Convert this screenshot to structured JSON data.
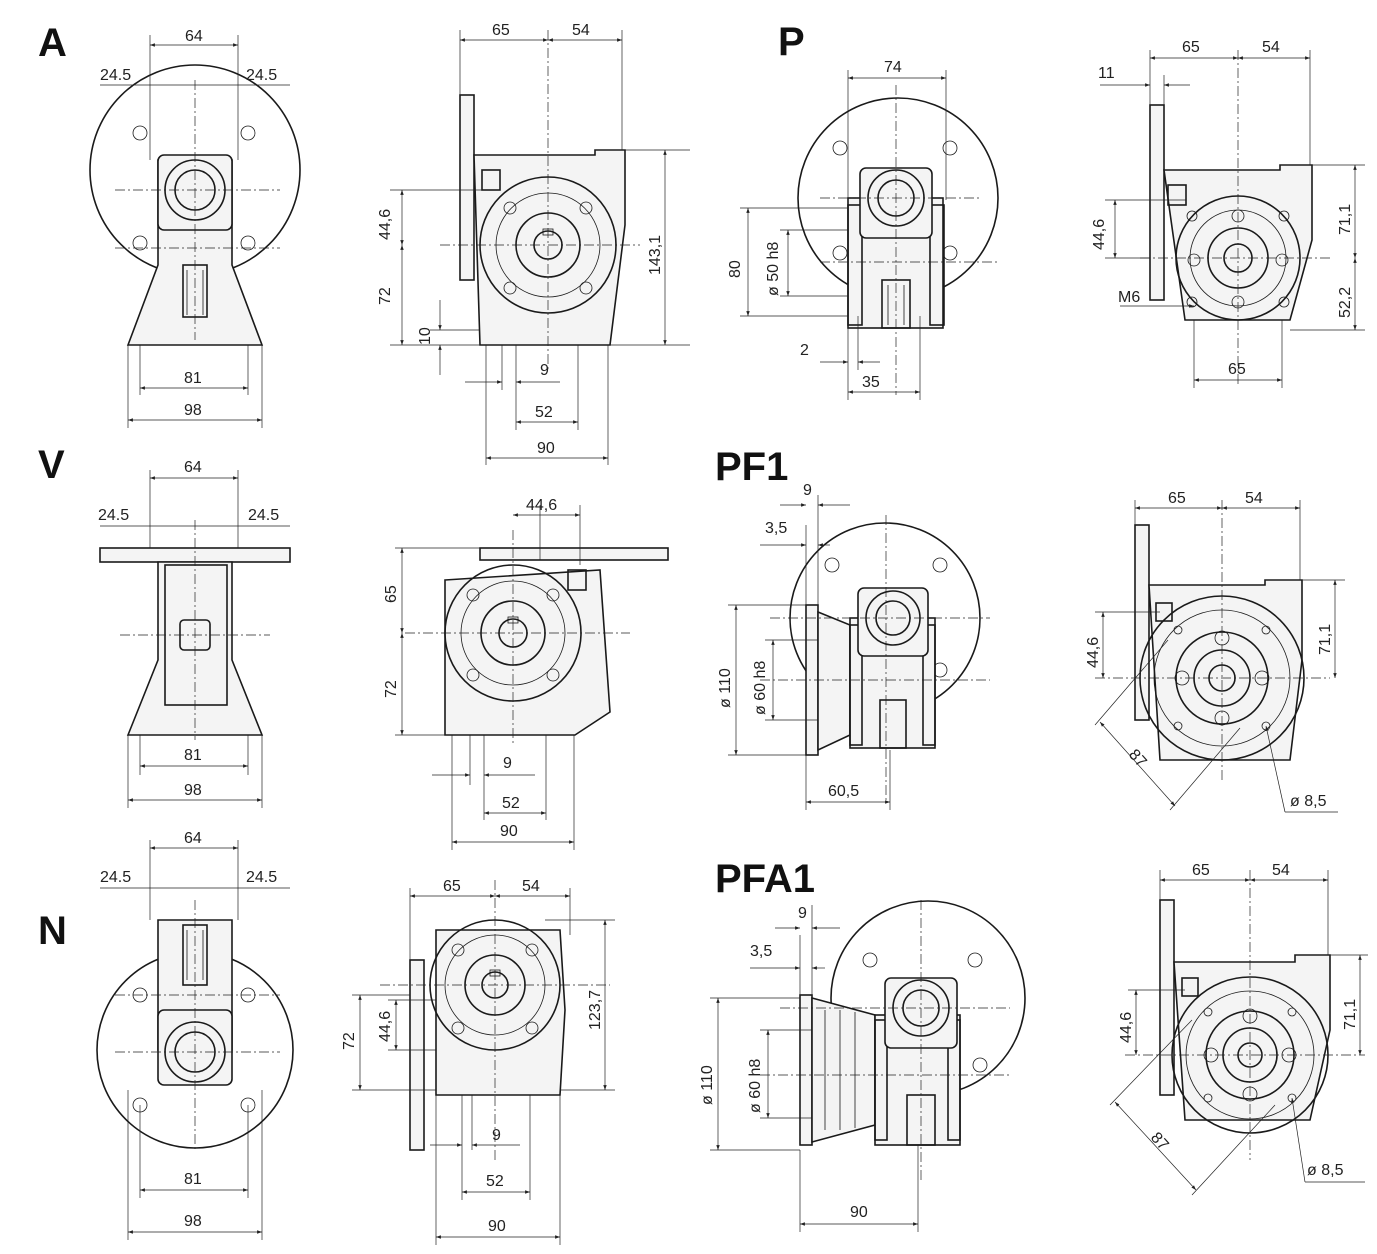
{
  "views": {
    "a": {
      "title": "A",
      "d64": "64",
      "d24l": "24.5",
      "d24r": "24.5",
      "d81": "81",
      "d98": "98",
      "d65": "65",
      "d54": "54",
      "d44": "44,6",
      "d72": "72",
      "d10": "10",
      "d143": "143,1",
      "d9": "9",
      "d52": "52",
      "d90": "90"
    },
    "p": {
      "title": "P",
      "d74": "74",
      "d80": "80",
      "d50": "ø 50 h8",
      "d2": "2",
      "d35": "35",
      "d11": "11",
      "d65": "65",
      "d54": "54",
      "d44": "44,6",
      "dm6": "M6",
      "d71": "71,1",
      "d52": "52,2",
      "d65b": "65"
    },
    "v": {
      "title": "V",
      "d64": "64",
      "d24l": "24.5",
      "d24r": "24.5",
      "d81": "81",
      "d98": "98",
      "d446": "44,6",
      "d65": "65",
      "d72": "72",
      "d9": "9",
      "d52": "52",
      "d90": "90"
    },
    "pf1": {
      "title": "PF1",
      "d9": "9",
      "d35": "3,5",
      "d110": "ø 110",
      "d60": "ø 60 h8",
      "d605": "60,5",
      "d65": "65",
      "d54": "54",
      "d44": "44,6",
      "d71": "71,1",
      "d87": "87",
      "d85": "ø 8,5"
    },
    "n": {
      "title": "N",
      "d64": "64",
      "d24l": "24.5",
      "d24r": "24.5",
      "d81": "81",
      "d98": "98",
      "d65": "65",
      "d54": "54",
      "d72": "72",
      "d44": "44,6",
      "d123": "123,7",
      "d9": "9",
      "d52": "52",
      "d90": "90"
    },
    "pfa1": {
      "title": "PFA1",
      "d9": "9",
      "d35": "3,5",
      "d110": "ø 110",
      "d60": "ø 60 h8",
      "d90": "90",
      "d65": "65",
      "d54": "54",
      "d44": "44,6",
      "d71": "71,1",
      "d87": "87",
      "d85": "ø 8,5"
    }
  }
}
